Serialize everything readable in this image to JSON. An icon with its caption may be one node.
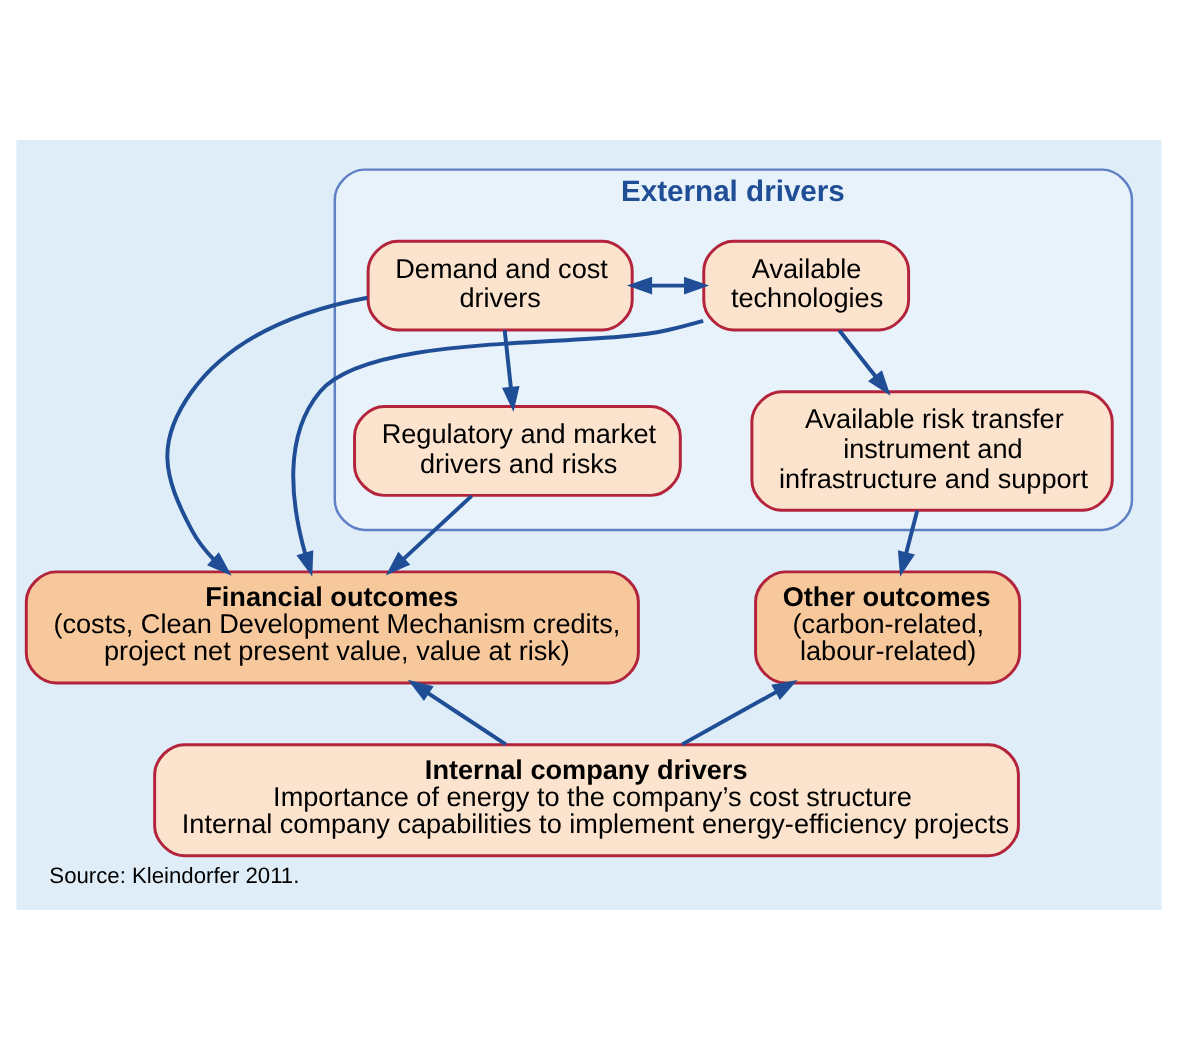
{
  "diagram": {
    "caption": "Source: Kleindorfer 2011.",
    "nodes": [
      {
        "text": [
          "External drivers"
        ]
      },
      {
        "text": [
          "Demand and cost drivers"
        ],
        "in": 0
      },
      {
        "text": [
          "Available technologies"
        ],
        "in": 0
      },
      {
        "text": [
          "Regulatory and market drivers and risks"
        ],
        "in": 0
      },
      {
        "text": [
          "Available risk transfer instrument and infrastructure and support"
        ],
        "in": 0
      },
      {
        "text": [
          "Financial outcomes",
          "(costs, Clean Development Mechanism credits, project net present value, value at risk)"
        ]
      },
      {
        "text": [
          "Other outcomes",
          "(carbon-related, labour-related)"
        ]
      },
      {
        "text": [
          "Internal company drivers",
          "Importance of energy to the company’s cost structure",
          "Internal company capabilities to implement energy-efficiency projects"
        ]
      }
    ],
    "edges": [
      {
        "from": 1,
        "to": 2,
        "arrow": "both"
      },
      {
        "from": 1,
        "to": 3,
        "arrow": "to"
      },
      {
        "from": 2,
        "to": 4,
        "arrow": "to"
      },
      {
        "from": 3,
        "to": 5,
        "arrow": "to"
      },
      {
        "from": 1,
        "to": 5,
        "arrow": "to"
      },
      {
        "from": 2,
        "to": 5,
        "arrow": "to"
      },
      {
        "from": 4,
        "to": 6,
        "arrow": "to"
      },
      {
        "from": 7,
        "to": 5,
        "arrow": "to"
      },
      {
        "from": 7,
        "to": 6,
        "arrow": "to"
      }
    ]
  }
}
